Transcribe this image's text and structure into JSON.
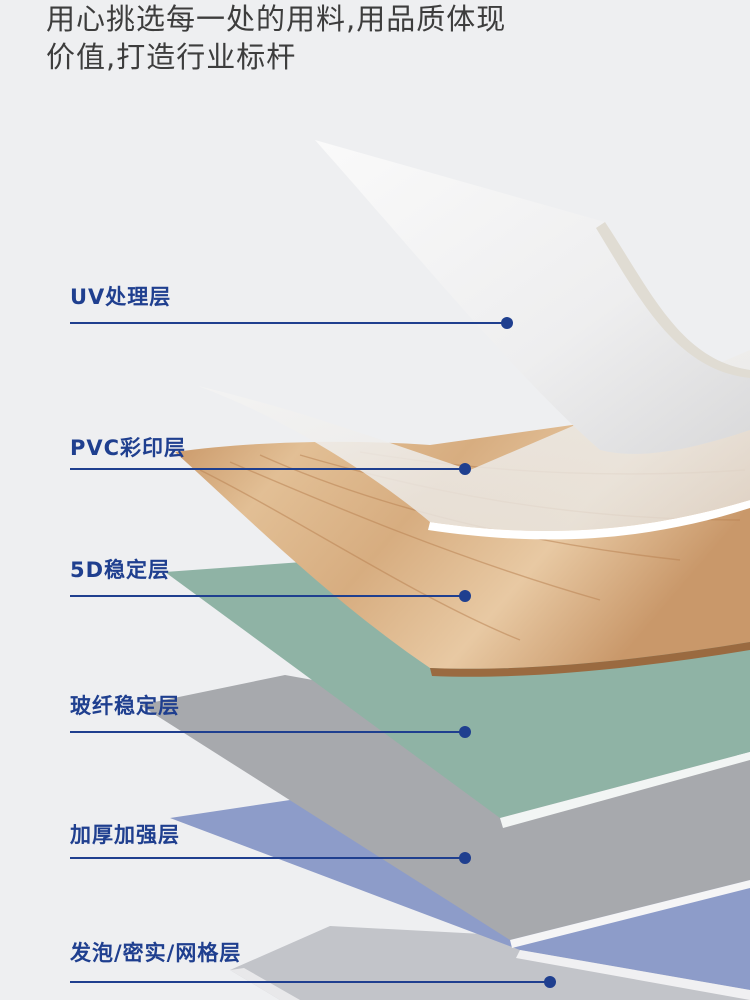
{
  "headline": {
    "line1": "用心挑选每一处的用料,用品质体现",
    "line2": "价值,打造行业标杆"
  },
  "layers": [
    {
      "label": "UV处理层",
      "color": "#f3f3f4"
    },
    {
      "label": "PVC彩印层",
      "color": "#d4a77b"
    },
    {
      "label": "5D稳定层",
      "color": "#8fb4a6"
    },
    {
      "label": "玻纤稳定层",
      "color": "#a9abae"
    },
    {
      "label": "加厚加强层",
      "color": "#8c9bc8"
    },
    {
      "label": "发泡/密实/网格层",
      "color": "#b9bcc2"
    }
  ],
  "accent_color": "#1f3f8f"
}
